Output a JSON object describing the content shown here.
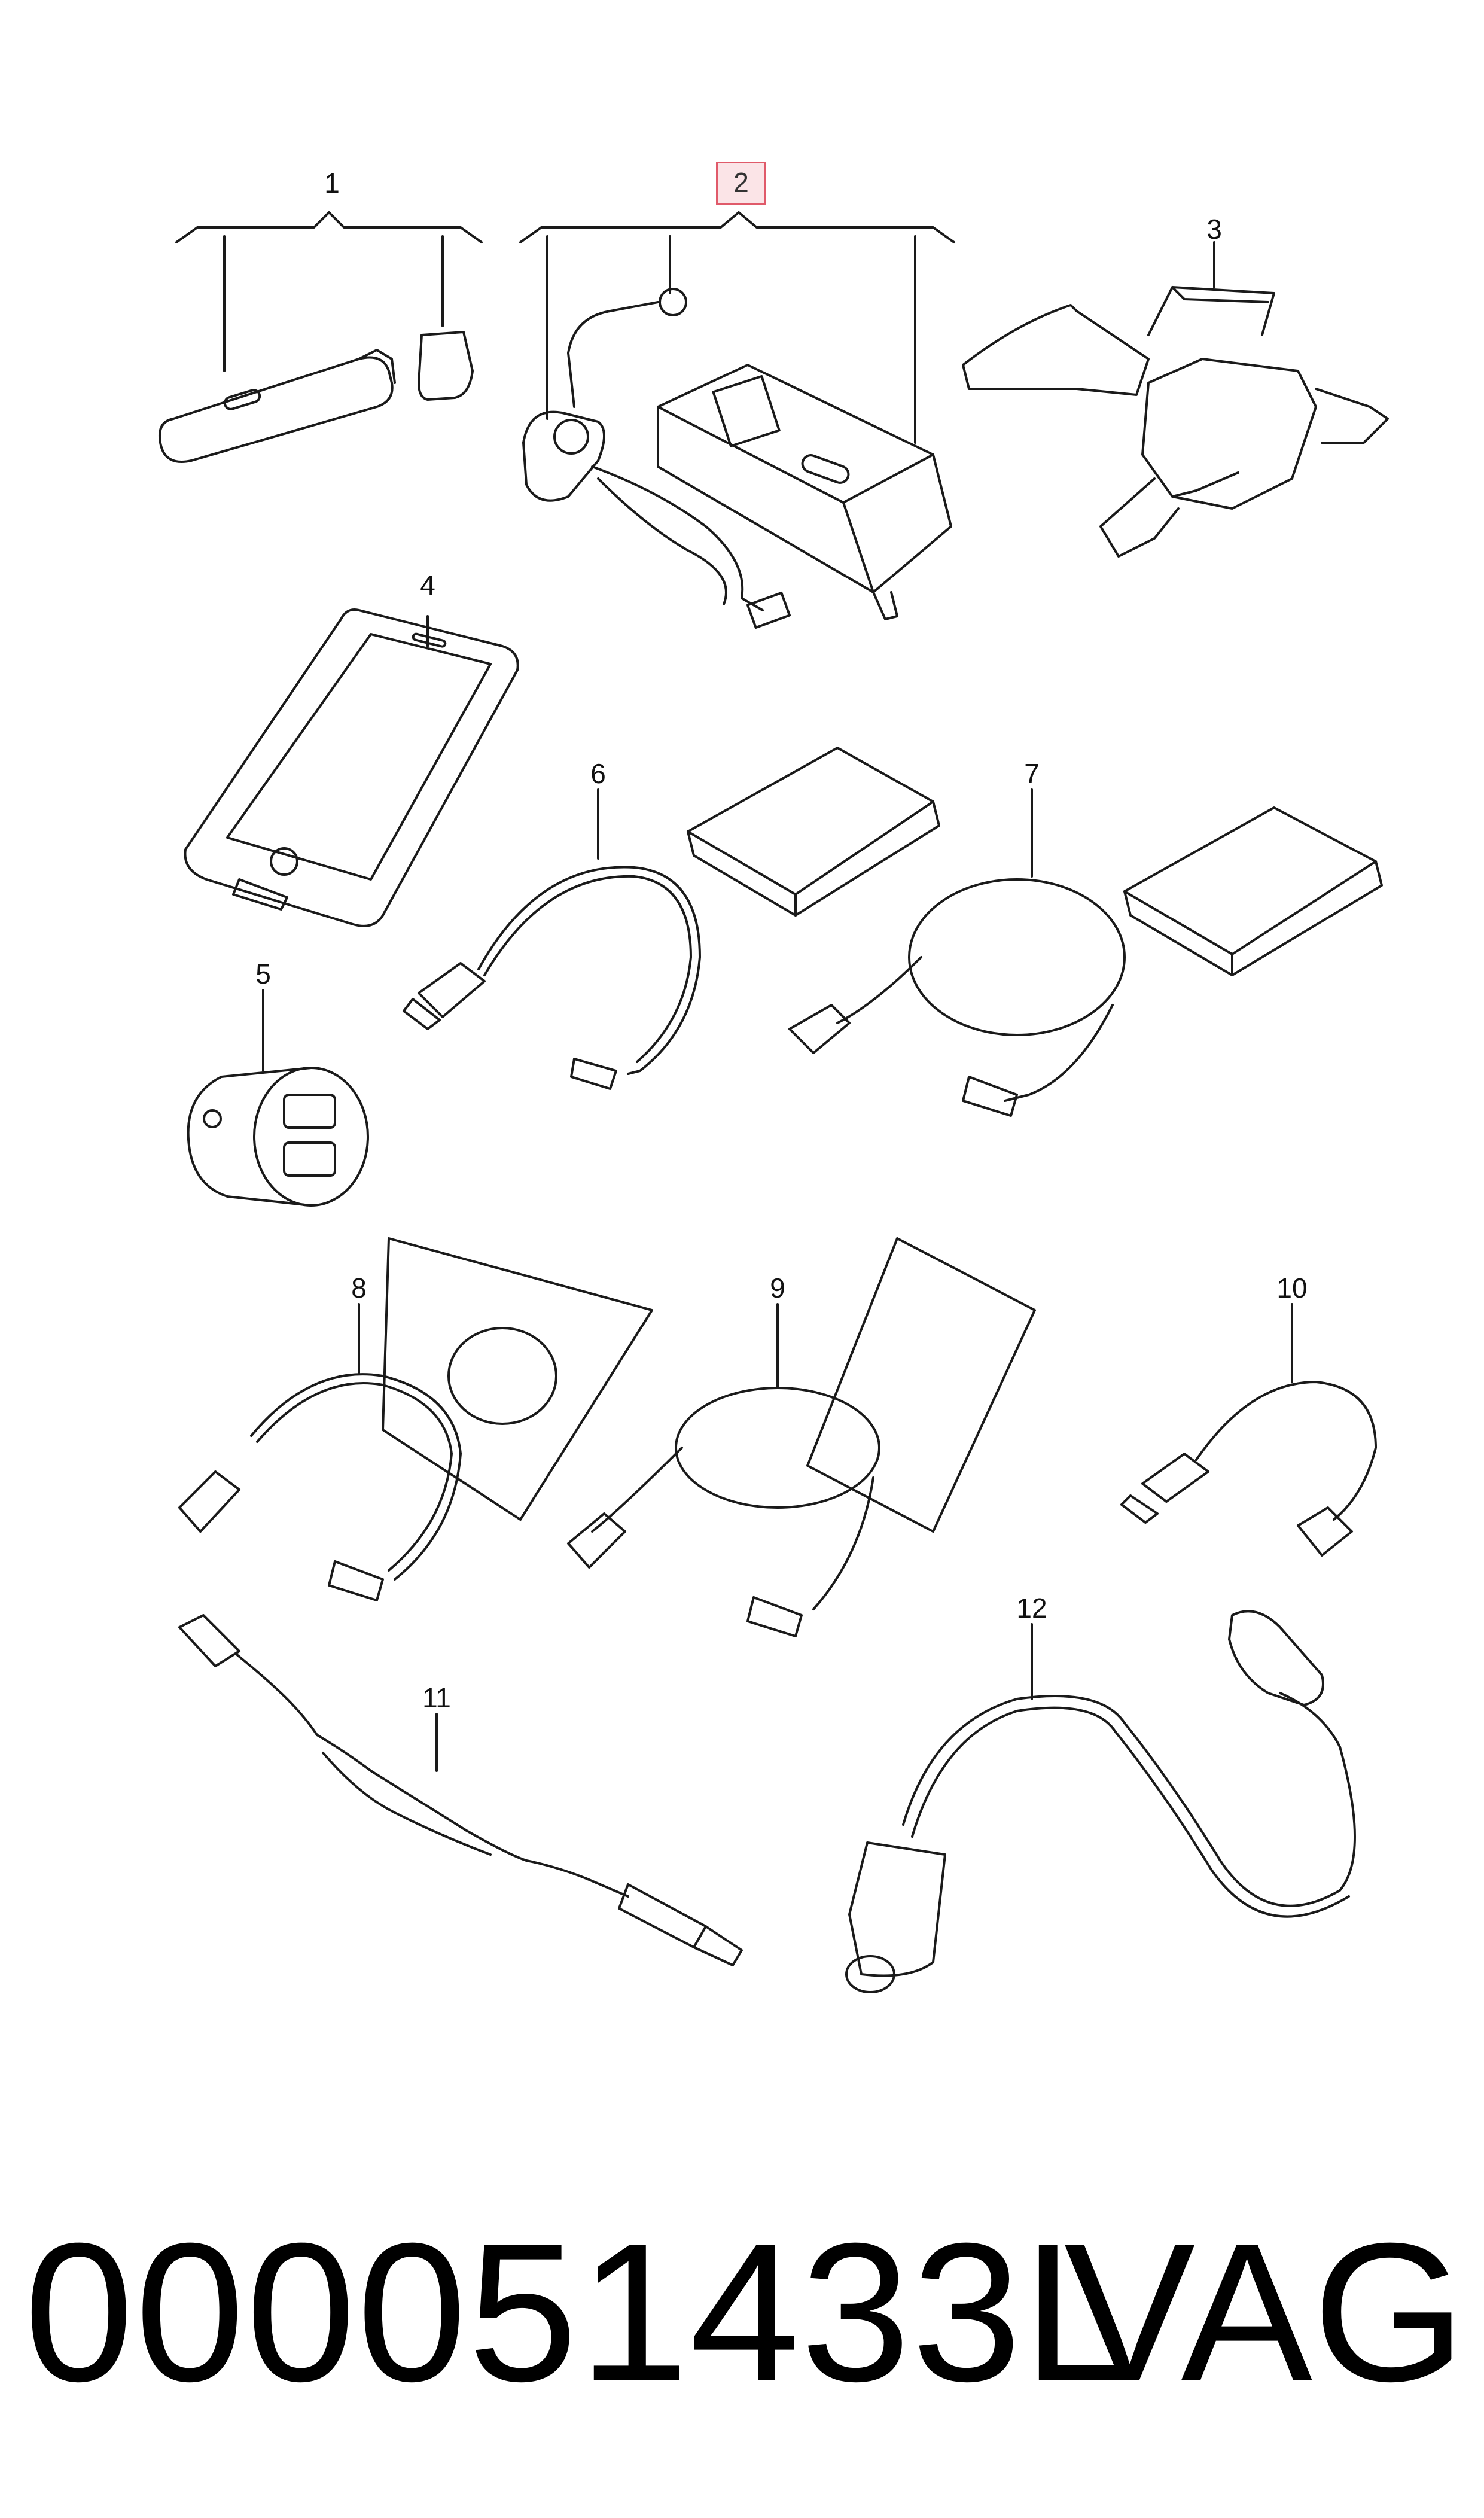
{
  "callouts": [
    {
      "id": "1",
      "highlighted": false
    },
    {
      "id": "2",
      "highlighted": true
    },
    {
      "id": "3",
      "highlighted": false
    },
    {
      "id": "4",
      "highlighted": false
    },
    {
      "id": "5",
      "highlighted": false
    },
    {
      "id": "6",
      "highlighted": false
    },
    {
      "id": "7",
      "highlighted": false
    },
    {
      "id": "8",
      "highlighted": false
    },
    {
      "id": "9",
      "highlighted": false
    },
    {
      "id": "10",
      "highlighted": false
    },
    {
      "id": "11",
      "highlighted": false
    },
    {
      "id": "12",
      "highlighted": false
    }
  ],
  "footer": {
    "part_number": "000051433L",
    "brand": "VAG"
  },
  "colors": {
    "line": "#1a1a1a",
    "highlight_border": "#e05a6a",
    "highlight_fill": "#fbe4e7"
  }
}
